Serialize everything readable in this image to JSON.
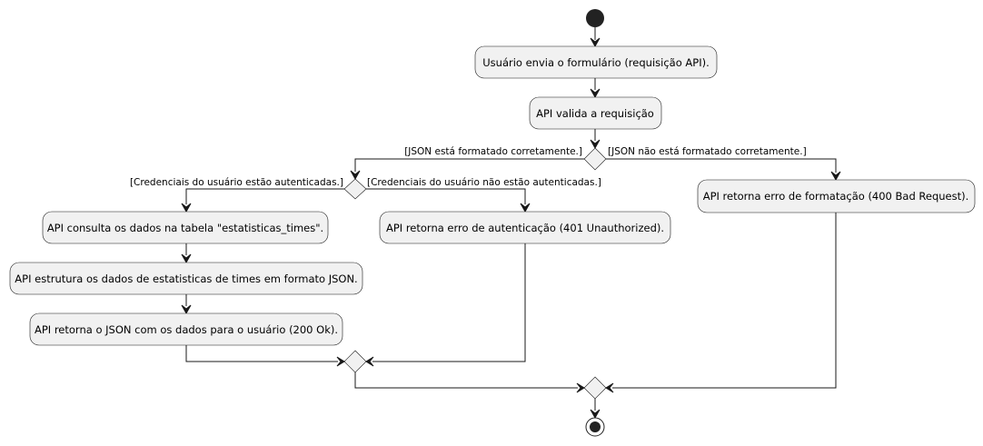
{
  "colors": {
    "node_fill": "#f1f1f1",
    "stroke": "#181818",
    "text": "#000000",
    "background": "#ffffff"
  },
  "nodes": {
    "submit_form": "Usuário envia o formulário (requisição API).",
    "validate_request": "API valida a requisição",
    "query_data": "API consulta os dados na tabela \"estatisticas_times\".",
    "structure_json": "API estrutura os dados de estatisticas de times em formato JSON.",
    "return_json": "API retorna o JSON com os dados para o usuário (200 Ok).",
    "auth_error": "API retorna erro de autenticação (401 Unauthorized).",
    "format_error": "API retorna erro de formatação (400 Bad Request)."
  },
  "guards": {
    "json_ok": "[JSON está formatado corretamente.]",
    "json_bad": "[JSON não está formatado corretamente.]",
    "auth_ok": "[Credenciais do usuário estão autenticadas.]",
    "auth_bad": "[Credenciais do usuário não estão autenticadas.]"
  }
}
